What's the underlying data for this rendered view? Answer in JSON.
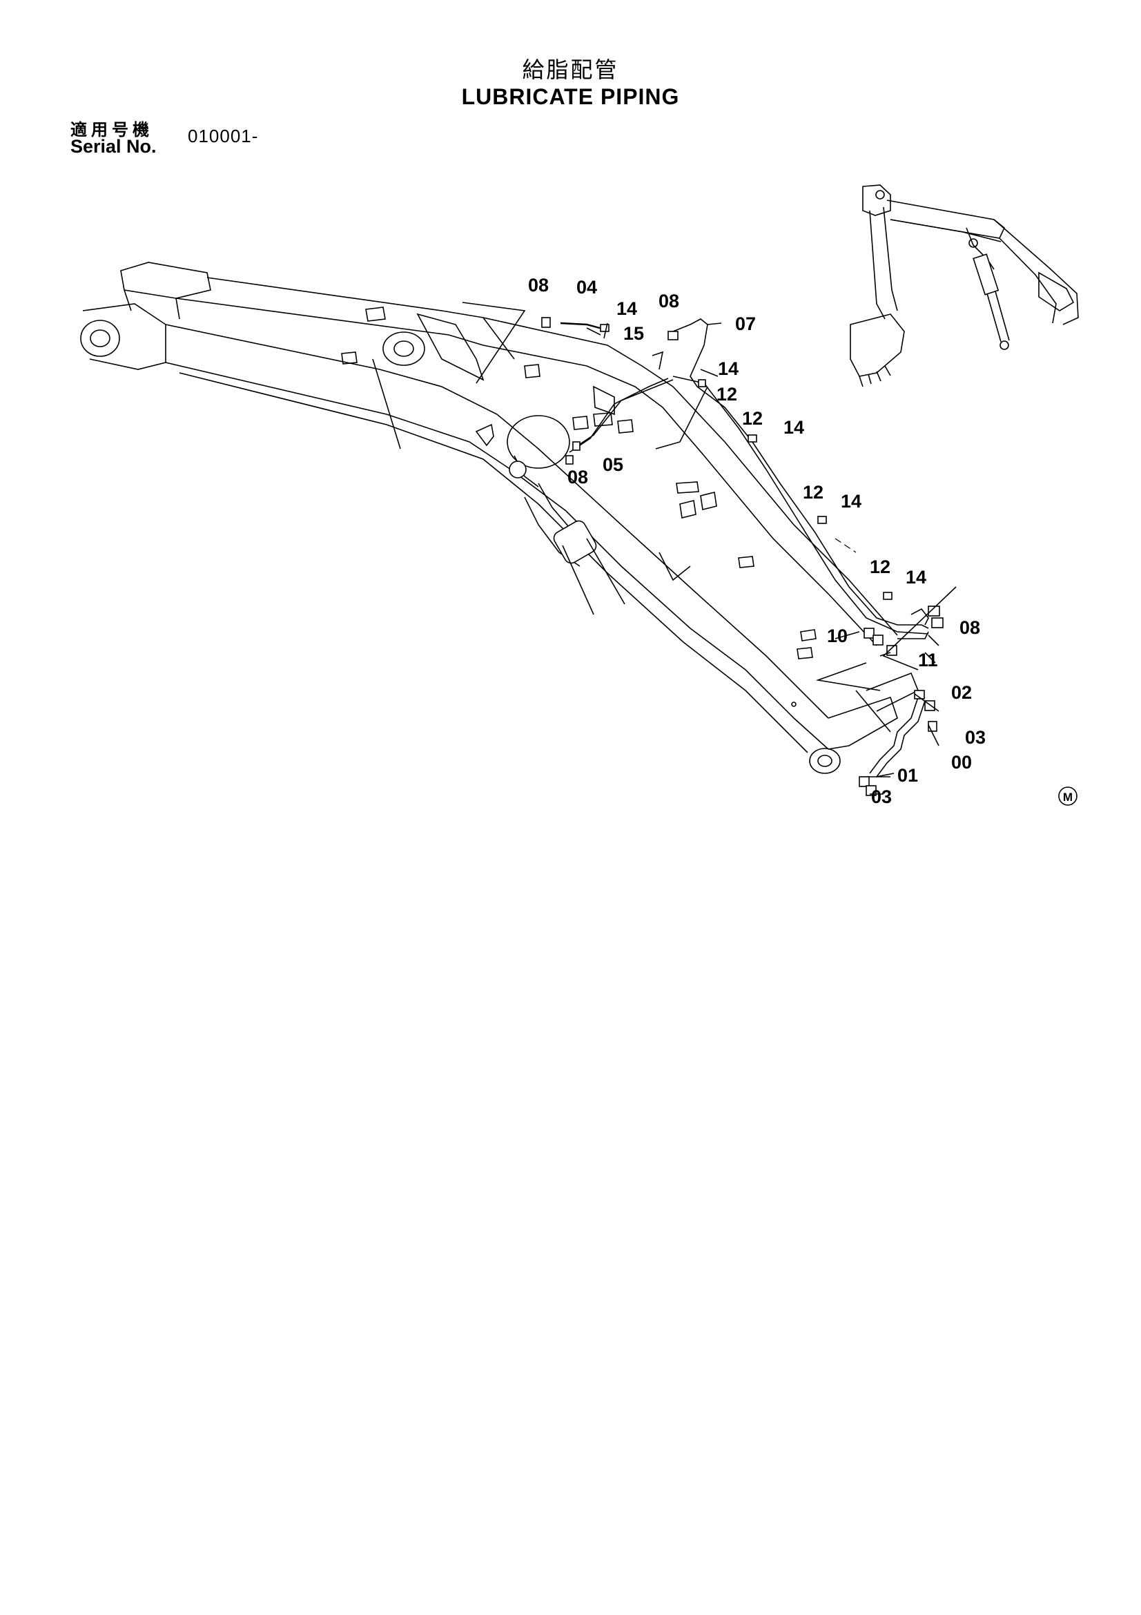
{
  "header": {
    "title_jp": "給脂配管",
    "title_en": "LUBRICATE PIPING",
    "serial_label_jp": "適用号機",
    "serial_label_en": "Serial No.",
    "serial_value": "010001-"
  },
  "callouts": [
    {
      "id": "c08a",
      "text": "08"
    },
    {
      "id": "c04",
      "text": "04"
    },
    {
      "id": "c14a",
      "text": "14"
    },
    {
      "id": "c08b",
      "text": "08"
    },
    {
      "id": "c15",
      "text": "15"
    },
    {
      "id": "c07",
      "text": "07"
    },
    {
      "id": "c14b",
      "text": "14"
    },
    {
      "id": "c12a",
      "text": "12"
    },
    {
      "id": "c12b",
      "text": "12"
    },
    {
      "id": "c14c",
      "text": "14"
    },
    {
      "id": "c05",
      "text": "05"
    },
    {
      "id": "c08c",
      "text": "08"
    },
    {
      "id": "c12c",
      "text": "12"
    },
    {
      "id": "c14d",
      "text": "14"
    },
    {
      "id": "c12d",
      "text": "12"
    },
    {
      "id": "c14e",
      "text": "14"
    },
    {
      "id": "c08d",
      "text": "08"
    },
    {
      "id": "c10",
      "text": "10"
    },
    {
      "id": "c11",
      "text": "11"
    },
    {
      "id": "c02",
      "text": "02"
    },
    {
      "id": "c03a",
      "text": "03"
    },
    {
      "id": "c00",
      "text": "00"
    },
    {
      "id": "c01",
      "text": "01"
    },
    {
      "id": "c03b",
      "text": "03"
    }
  ],
  "mark": {
    "text": "M"
  }
}
